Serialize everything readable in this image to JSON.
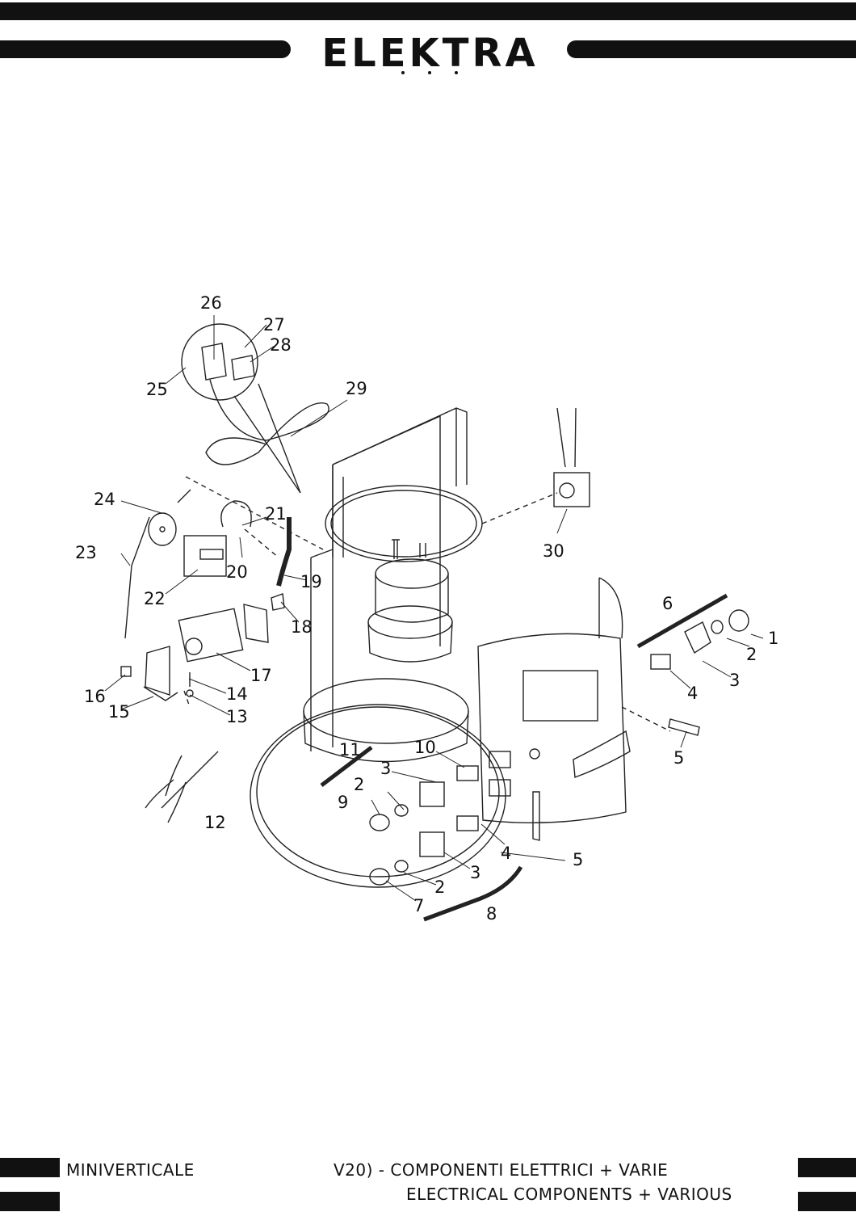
{
  "header": {
    "brand": "ELEKTRA"
  },
  "diagram": {
    "callouts": [
      {
        "id": "1",
        "label": "1"
      },
      {
        "id": "2a",
        "label": "2"
      },
      {
        "id": "3a",
        "label": "3"
      },
      {
        "id": "4a",
        "label": "4"
      },
      {
        "id": "5a",
        "label": "5"
      },
      {
        "id": "6",
        "label": "6"
      },
      {
        "id": "2b",
        "label": "2"
      },
      {
        "id": "3b",
        "label": "3"
      },
      {
        "id": "4b",
        "label": "4"
      },
      {
        "id": "5b",
        "label": "5"
      },
      {
        "id": "7",
        "label": "7"
      },
      {
        "id": "8",
        "label": "8"
      },
      {
        "id": "2c",
        "label": "2"
      },
      {
        "id": "3c",
        "label": "3"
      },
      {
        "id": "9",
        "label": "9"
      },
      {
        "id": "10",
        "label": "10"
      },
      {
        "id": "11",
        "label": "11"
      },
      {
        "id": "12",
        "label": "12"
      },
      {
        "id": "13",
        "label": "13"
      },
      {
        "id": "14",
        "label": "14"
      },
      {
        "id": "15",
        "label": "15"
      },
      {
        "id": "16",
        "label": "16"
      },
      {
        "id": "17",
        "label": "17"
      },
      {
        "id": "18",
        "label": "18"
      },
      {
        "id": "19",
        "label": "19"
      },
      {
        "id": "20",
        "label": "20"
      },
      {
        "id": "21",
        "label": "21"
      },
      {
        "id": "22",
        "label": "22"
      },
      {
        "id": "23",
        "label": "23"
      },
      {
        "id": "24",
        "label": "24"
      },
      {
        "id": "25",
        "label": "25"
      },
      {
        "id": "26",
        "label": "26"
      },
      {
        "id": "27",
        "label": "27"
      },
      {
        "id": "28",
        "label": "28"
      },
      {
        "id": "29",
        "label": "29"
      },
      {
        "id": "30",
        "label": "30"
      }
    ]
  },
  "footer": {
    "model": "MINIVERTICALE",
    "title_it": "V20) - COMPONENTI ELETTRICI + VARIE",
    "title_en": "ELECTRICAL  COMPONENTS + VARIOUS"
  }
}
